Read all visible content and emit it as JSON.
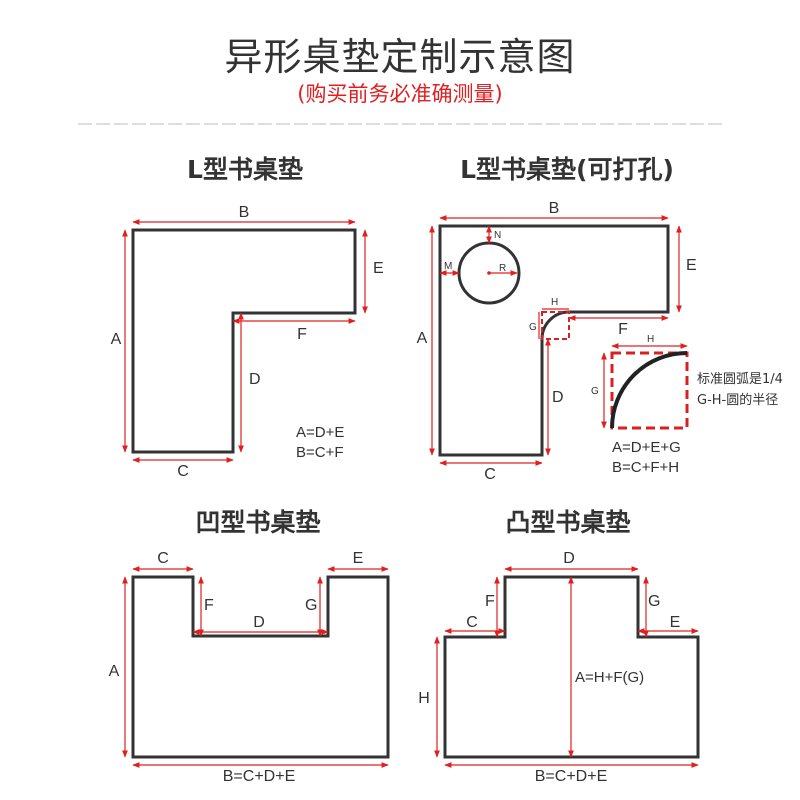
{
  "header": {
    "title": "异形桌垫定制示意图",
    "subtitle": "(购买前务必准确测量)"
  },
  "l_shape": {
    "title": "L型书桌垫",
    "labels": {
      "A": "A",
      "B": "B",
      "C": "C",
      "D": "D",
      "E": "E",
      "F": "F"
    },
    "formula_1": "A=D+E",
    "formula_2": "B=C+F"
  },
  "l_shape_hole": {
    "title": "L型书桌垫(可打孔)",
    "labels": {
      "A": "A",
      "B": "B",
      "C": "C",
      "D": "D",
      "E": "E",
      "F": "F",
      "G": "G",
      "H": "H",
      "M": "M",
      "N": "N",
      "R": "R"
    },
    "detail_labels": {
      "G": "G",
      "H": "H"
    },
    "note_1": "标准圆弧是1/4",
    "note_2": "G-H-圆的半径",
    "formula_1": "A=D+E+G",
    "formula_2": "B=C+F+H"
  },
  "concave_shape": {
    "title": "凹型书桌垫",
    "labels": {
      "A": "A",
      "C": "C",
      "D": "D",
      "E": "E",
      "F": "F",
      "G": "G"
    },
    "bottom_formula": "B=C+D+E"
  },
  "convex_shape": {
    "title": "凸型书桌垫",
    "labels": {
      "C": "C",
      "D": "D",
      "E": "E",
      "F": "F",
      "G": "G",
      "H": "H"
    },
    "height_formula": "A=H+F(G)",
    "bottom_formula": "B=C+D+E"
  },
  "colors": {
    "accent": "#e02020",
    "outline": "#333333"
  }
}
